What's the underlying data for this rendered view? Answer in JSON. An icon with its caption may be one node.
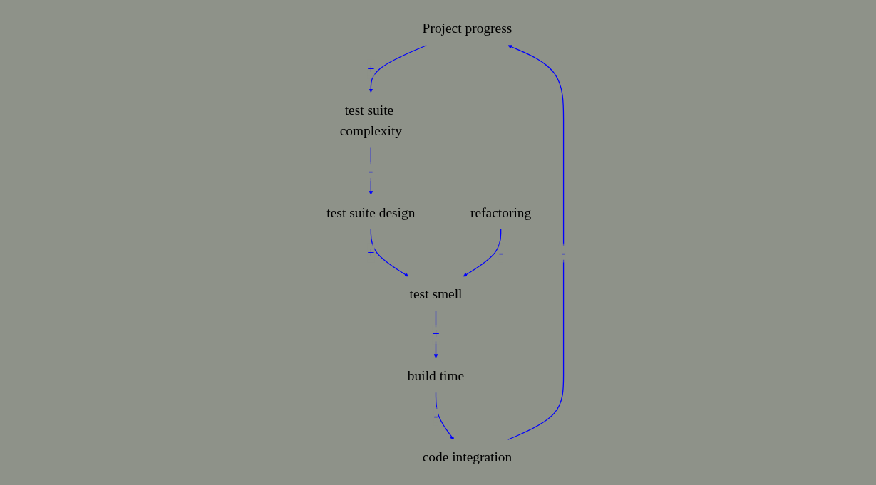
{
  "diagram": {
    "nodes": [
      {
        "text": [
          "Project progress"
        ]
      },
      {
        "text": [
          "test suite complexity"
        ]
      },
      {
        "text": [
          "test suite design"
        ]
      },
      {
        "text": [
          "refactoring"
        ]
      },
      {
        "text": [
          "test smell"
        ]
      },
      {
        "text": [
          "build time"
        ]
      },
      {
        "text": [
          "code integration"
        ]
      }
    ],
    "edges": [
      {
        "from": 0,
        "to": 1,
        "arrow": "to",
        "label": "+"
      },
      {
        "from": 1,
        "to": 2,
        "arrow": "to",
        "label": "-"
      },
      {
        "from": 2,
        "to": 4,
        "arrow": "to",
        "label": "+"
      },
      {
        "from": 3,
        "to": 4,
        "arrow": "to",
        "label": "-"
      },
      {
        "from": 4,
        "to": 5,
        "arrow": "to",
        "label": "+"
      },
      {
        "from": 5,
        "to": 6,
        "arrow": "to",
        "label": "-"
      },
      {
        "from": 6,
        "to": 0,
        "arrow": "to",
        "label": "-"
      }
    ]
  }
}
